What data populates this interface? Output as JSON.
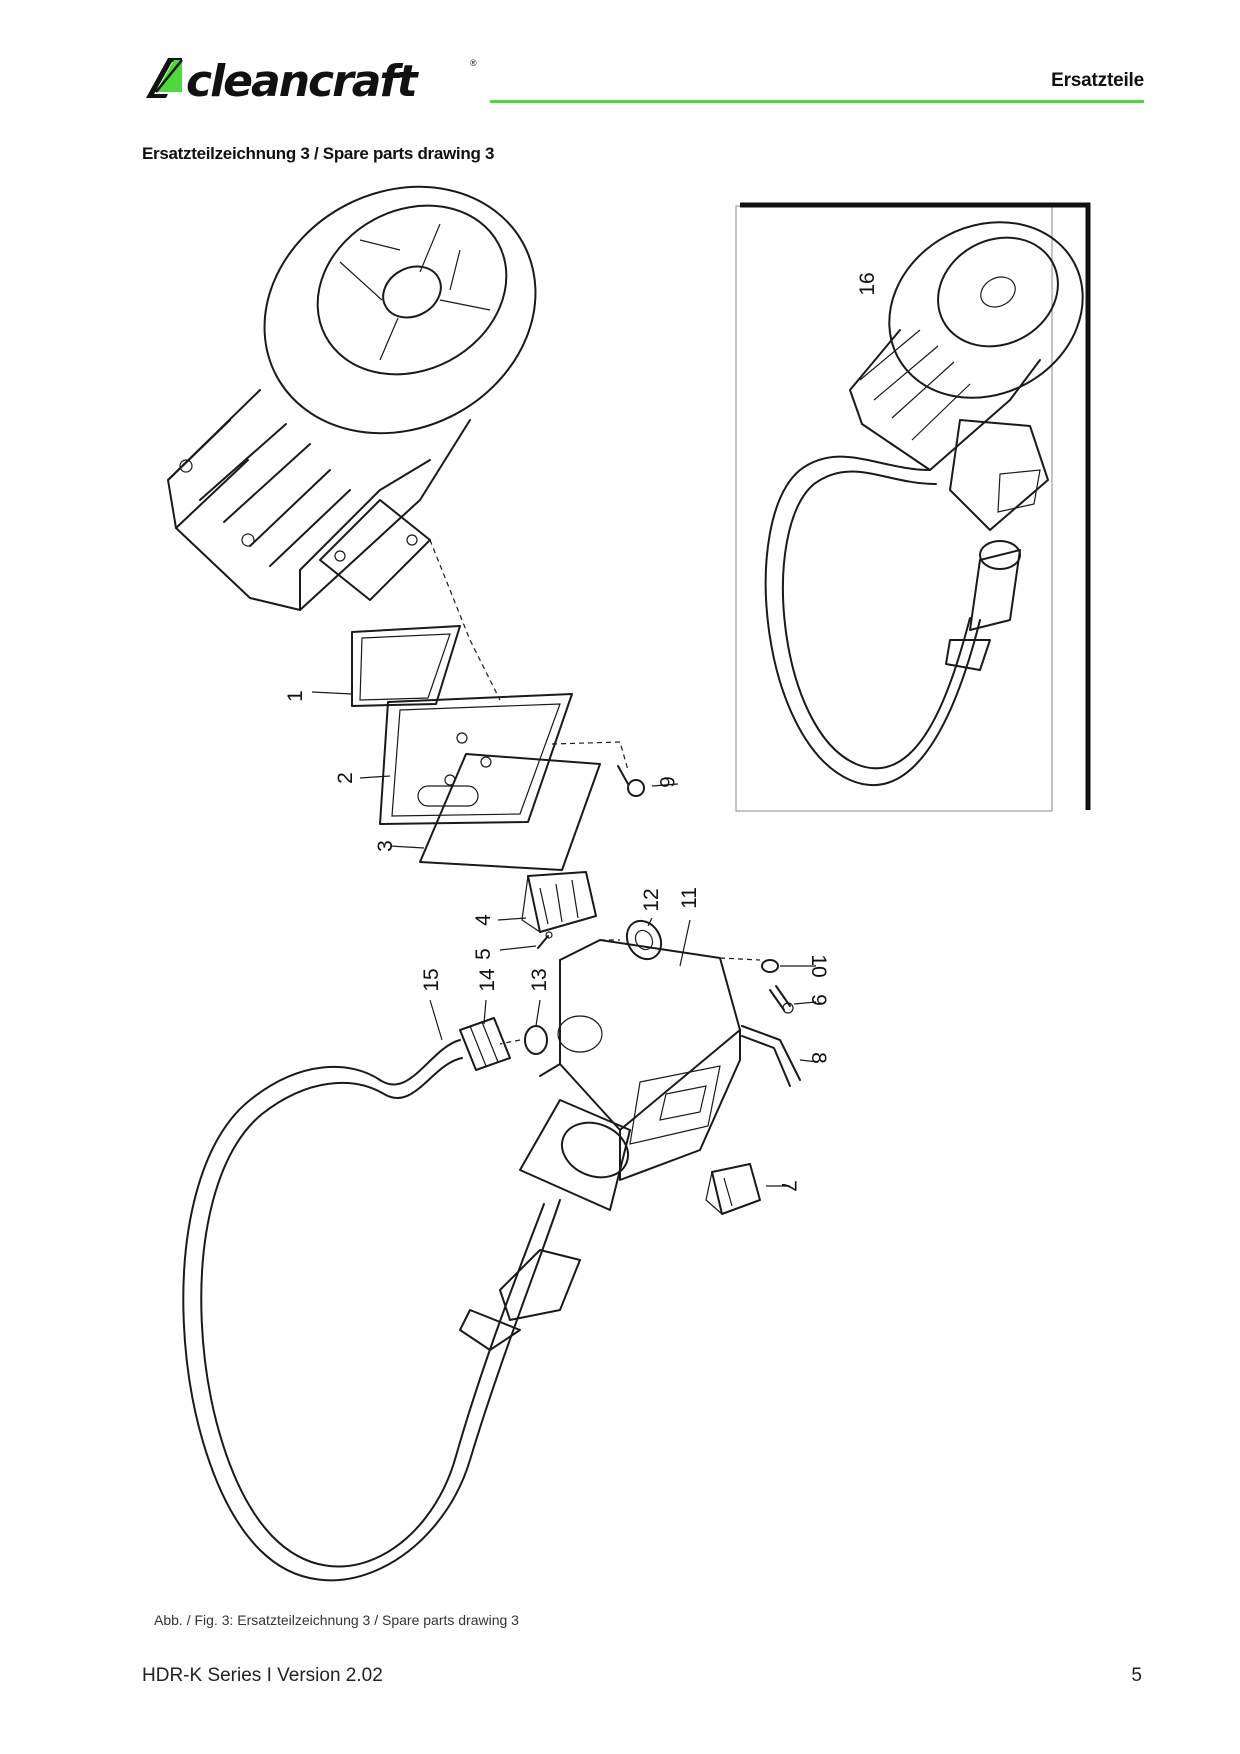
{
  "header": {
    "logo_text": "cleancraft",
    "section_label": "Ersatzteile",
    "accent_color": "#4cd93a"
  },
  "drawing_title": "Ersatzteilzeichnung 3 / Spare parts drawing 3",
  "part_numbers": {
    "p1": "1",
    "p2": "2",
    "p3": "3",
    "p4": "4",
    "p5": "5",
    "p6": "6",
    "p7": "7",
    "p8": "8",
    "p9": "9",
    "p10": "10",
    "p11": "11",
    "p12": "12",
    "p13": "13",
    "p14": "14",
    "p15": "15",
    "p16": "16"
  },
  "caption": "Abb. / Fig. 3: Ersatzteilzeichnung 3 / Spare parts drawing 3",
  "footer": {
    "document": "HDR-K Series I Version 2.02",
    "page_number": "5"
  }
}
